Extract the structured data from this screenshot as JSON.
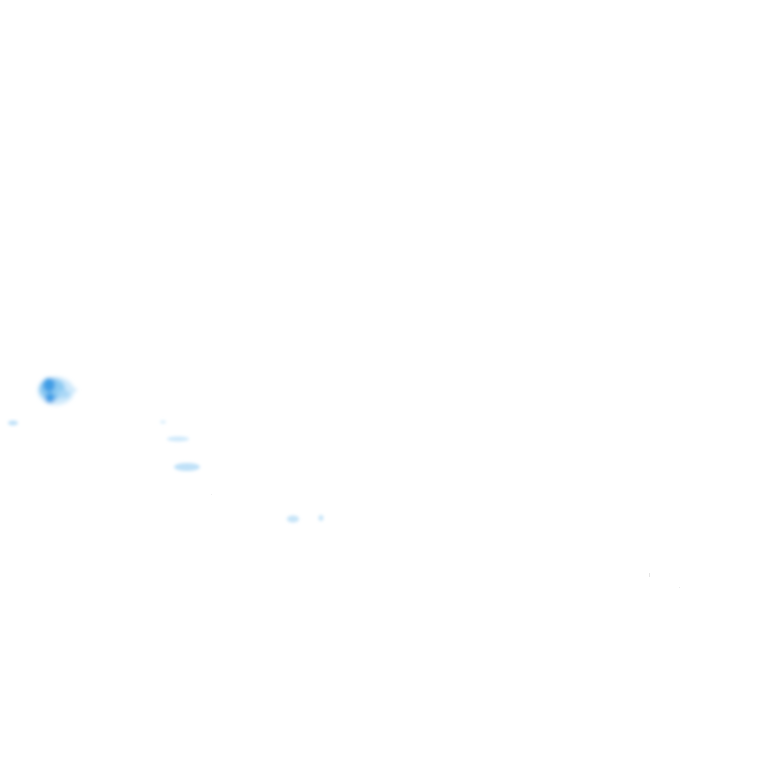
{
  "map": {
    "type": "precipitation-radar-overlay",
    "background_color": "#ffffff",
    "palette": {
      "light": "#cfe9fb",
      "medium": "#8ccaf2",
      "strong": "#3f9ee6"
    },
    "echoes": [
      {
        "name": "radar-echo-main",
        "intensity": "strong"
      },
      {
        "name": "radar-echo-small",
        "intensity": "light"
      },
      {
        "name": "radar-echo-small",
        "intensity": "light"
      },
      {
        "name": "radar-echo-small",
        "intensity": "light"
      },
      {
        "name": "radar-echo-small",
        "intensity": "light"
      },
      {
        "name": "radar-echo-small",
        "intensity": "light"
      },
      {
        "name": "radar-echo-small",
        "intensity": "light"
      }
    ]
  }
}
